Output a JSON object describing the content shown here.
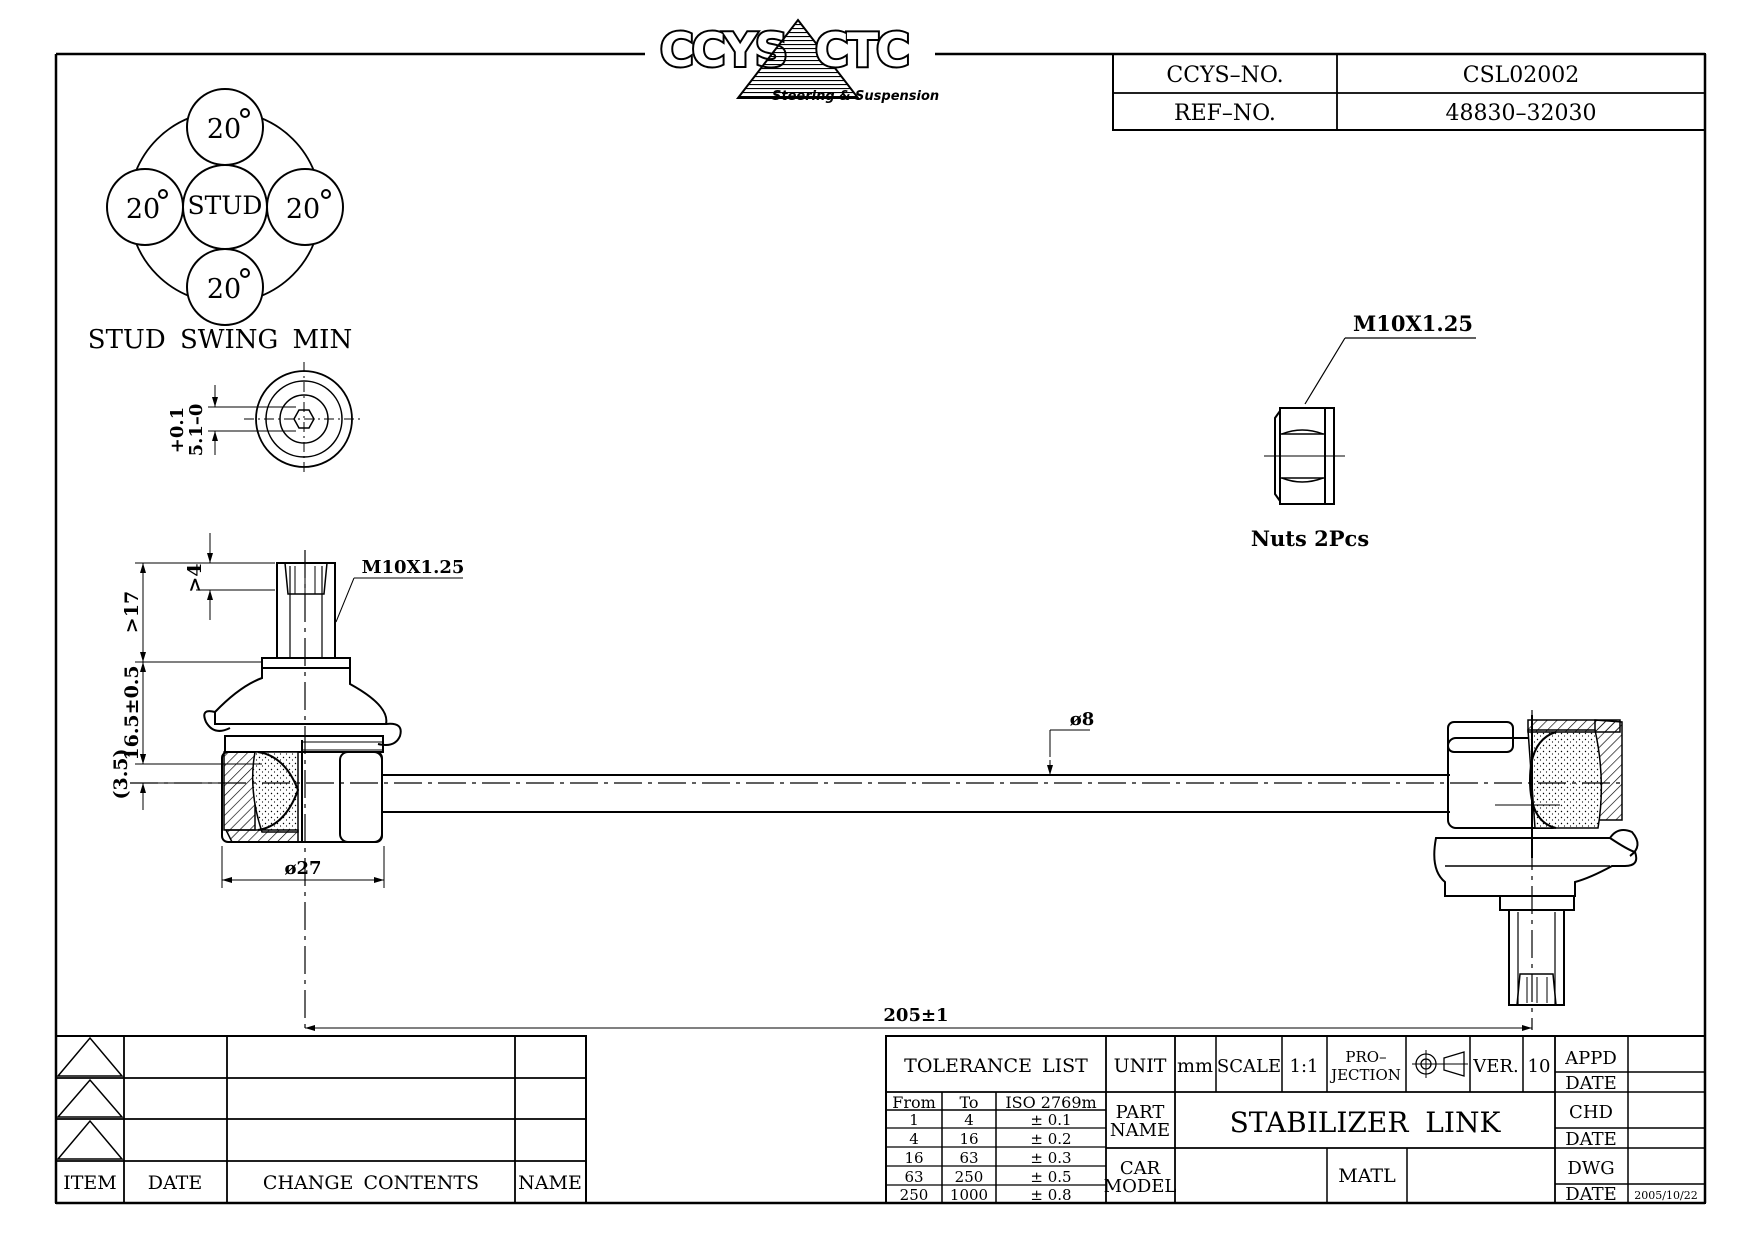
{
  "logo": {
    "brand_left": "CCYS",
    "brand_right": "CTC",
    "tagline": "Steering & Suspension"
  },
  "header_table": {
    "ccys_no_label": "CCYS–NO.",
    "ccys_no_value": "CSL02002",
    "ref_no_label": "REF–NO.",
    "ref_no_value": "48830–32030"
  },
  "swing": {
    "top": "20",
    "left": "20",
    "right": "20",
    "bottom": "20",
    "center": "STUD",
    "caption": "STUD SWING MIN"
  },
  "hex_dims": {
    "plus": "+0.1",
    "size": "5.1–0"
  },
  "dimensions": {
    "thread_stud": "M10X1.25",
    "nut_thread": "M10X1.25",
    "nuts": "Nuts 2Pcs",
    "hex_depth": ">4",
    "stud_length": ">17",
    "height": "16.5±0.5",
    "offset": "(3.5)",
    "ball_dia": "ø27",
    "rod_dia": "ø8",
    "length": "205±1"
  },
  "revision_table": {
    "headers": [
      "ITEM",
      "DATE",
      "CHANGE CONTENTS",
      "NAME"
    ]
  },
  "title_block": {
    "tolerance_title": "TOLERANCE LIST",
    "tol_headers": [
      "From",
      "To",
      "ISO 2769m"
    ],
    "tol_rows": [
      [
        "1",
        "4",
        "± 0.1"
      ],
      [
        "4",
        "16",
        "± 0.2"
      ],
      [
        "16",
        "63",
        "± 0.3"
      ],
      [
        "63",
        "250",
        "± 0.5"
      ],
      [
        "250",
        "1000",
        "± 0.8"
      ]
    ],
    "unit_label": "UNIT",
    "unit_value": "mm",
    "scale_label": "SCALE",
    "scale_value": "1:1",
    "projection_label_1": "PRO–",
    "projection_label_2": "JECTION",
    "ver_label": "VER.",
    "ver_value": "10",
    "appd": "APPD",
    "date1": "DATE",
    "chd": "CHD",
    "date2": "DATE",
    "dwg": "DWG",
    "date3": "DATE",
    "date_value": "2005/10/22",
    "part_name_label_1": "PART",
    "part_name_label_2": "NAME",
    "part_name_value": "STABILIZER LINK",
    "car_model_label_1": "CAR",
    "car_model_label_2": "MODEL",
    "matl": "MATL"
  }
}
